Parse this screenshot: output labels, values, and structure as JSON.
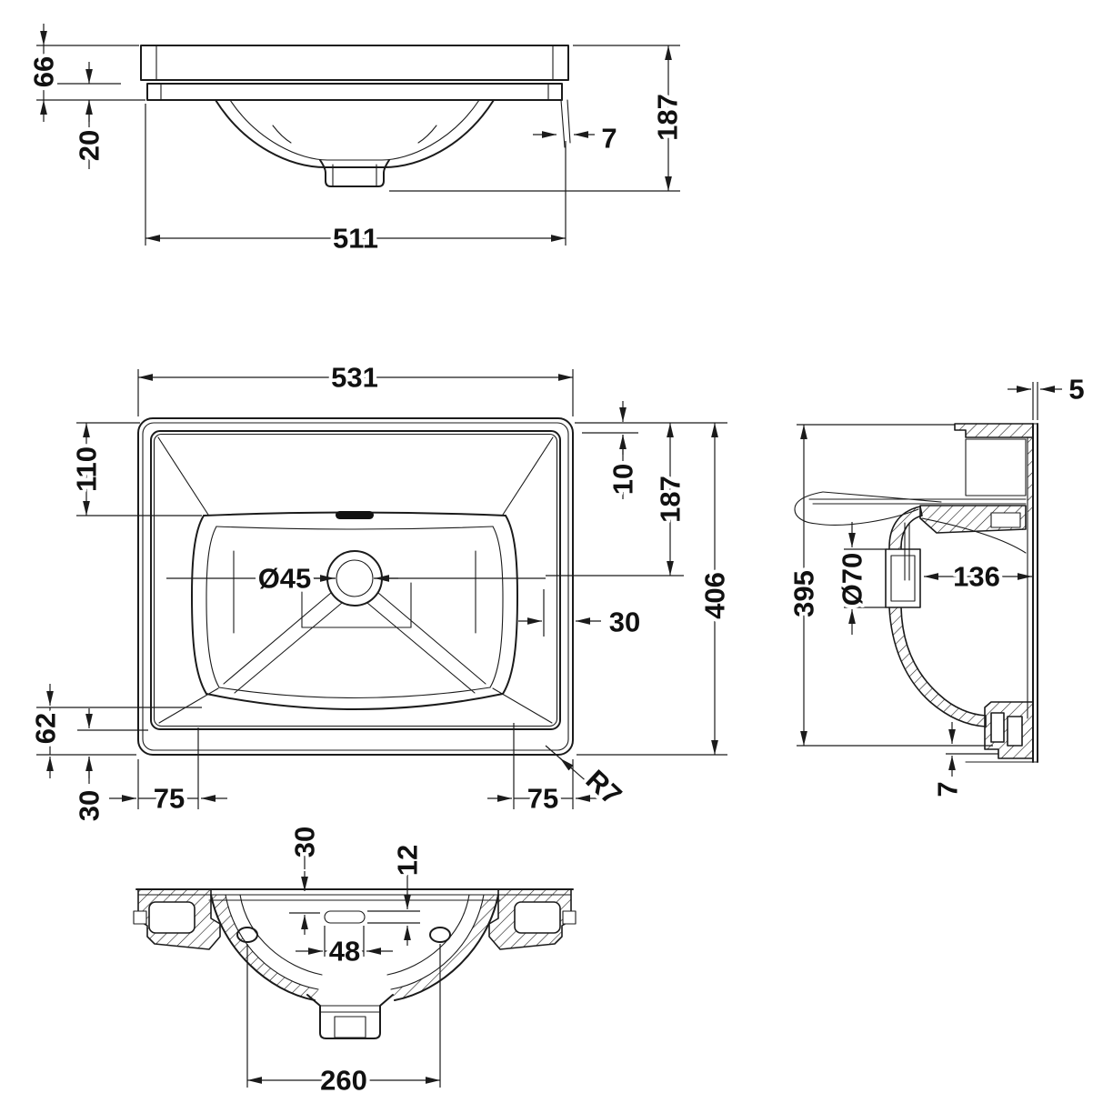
{
  "drawing": {
    "type": "technical-drawing",
    "subject": "rectangular-inset-washbasin",
    "units": "mm",
    "line_color": "#1b1b1b",
    "background": "#ffffff"
  },
  "dims": {
    "front": {
      "rim_height": "66",
      "deck_thickness": "20",
      "width": "511",
      "back_lip": "7",
      "overall_depth": "187"
    },
    "plan": {
      "width": "531",
      "back_inset": "110",
      "rim_offset": "10",
      "center_depth": "187",
      "depth": "406",
      "drain_dia": "Ø45",
      "side_offset": "30",
      "front_inset": "62",
      "apron": "30",
      "left_offset": "75",
      "right_offset": "75",
      "corner_radius": "R7"
    },
    "side": {
      "wall_thickness": "5",
      "height": "395",
      "trap_dia": "Ø70",
      "inner_width": "136",
      "foot_lip": "7"
    },
    "bottom": {
      "slot_offset": "30",
      "slot_height": "12",
      "slot_width": "48",
      "hole_spacing": "260"
    }
  }
}
